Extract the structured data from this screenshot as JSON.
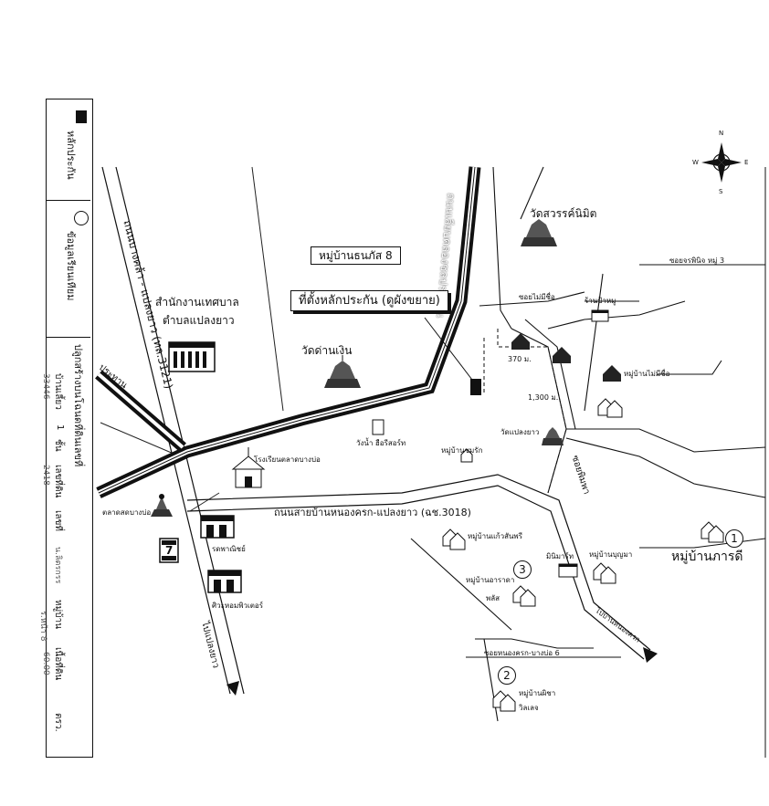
{
  "legend": {
    "boundary_mark_label": "หลักประกัน",
    "site_label": "ข้อมูลเรียนเทียม",
    "deed_header": "ปลูกสร้างบนโฉนดที่ดินเลขที่",
    "village_no_label": "บ้านเลี้ยว",
    "village_no_value": "1",
    "floor_label": "ชั้น",
    "deed_no_label": "เลขที่ดิน",
    "deed_no_value": "33446",
    "land_no_label": "เลขที่",
    "land_no_value": "2418",
    "subdistrict_value": "น.ลิตรกรร",
    "village_label": "หมู่บ้าน",
    "area_label": "เนื้อที่ดิน",
    "area_value": "60.00",
    "area_unit": "ตรว.",
    "page_note": "ร.หน้า 8"
  },
  "compass": {
    "n": "N",
    "s": "S",
    "e": "E",
    "w": "W"
  },
  "roads": {
    "bangkhla_road": "ถนนบางคล้า - แปลงยาว (ทล.3121)",
    "bangpakong_road": "ถนนเลียบคลองชลประทาน",
    "sai_road": "ถนนสายบ้านหนองครก-แปลงยาว (ฉช.3018)",
    "to_plaengyao": "ไปแปลงยาว",
    "prathan": "ประทาน",
    "soi_no_name": "ซอยไม่มีชื่อ",
    "soi_phinit": "ซอยจรพินิจ หมู่ 3",
    "soi_phimpha": "ซอยพิมพา",
    "soi_nongkhrok": "ซอยหนองครก-บางบ่อ 6",
    "to_nongkhrok": "ไปบ้านหนองครก"
  },
  "labels": {
    "village_thanaphon": "หมู่บ้านธนภัส 8",
    "collateral_site": "ที่ตั้งหลักประกัน (ดูผังขยาย)",
    "municipal_office_1": "สำนักงานเทศบาล",
    "municipal_office_2": "ตำบลแปลงยาว",
    "wat_dan_ngoen": "วัดด่านเงิน",
    "wat_sawan": "วัดสวรรค์นิมิต",
    "wat_plaengyao": "วัดแปลงยาว",
    "water_tank": "วังน้ำ ฮือรีสอร์ท",
    "school": "โรงเรียนตลาดบางบ่อ",
    "market": "ตลาดสดบางบ่อ",
    "seven_eleven": "7",
    "shop_1": "รดพาณิชย์",
    "shop_2": "ศิวะหอมพิวเตอร์",
    "pork_shop": "ร้านป้าหมู",
    "village_no_name": "หมู่บ้านไม่มีชื่อ",
    "village_chomrak": "หมู่บ้านชมรัก",
    "village_kaewsanpree": "หมู่บ้านแก้วสันพรี",
    "village_arada_1": "หมู่บ้านอาราดา",
    "village_arada_2": "พลัส",
    "village_bunma": "หมู่บ้านบุญมา",
    "minimart": "มินิมาร์ท",
    "village_phaphada": "หมู่บ้านภารดี",
    "village_phisa_1": "หมู่บ้านผิชา",
    "village_phisa_2": "วิลเลจ",
    "dist_370": "370 ม.",
    "dist_1300": "1,300 ม.",
    "num_1": "1",
    "num_2": "2",
    "num_3": "3"
  }
}
